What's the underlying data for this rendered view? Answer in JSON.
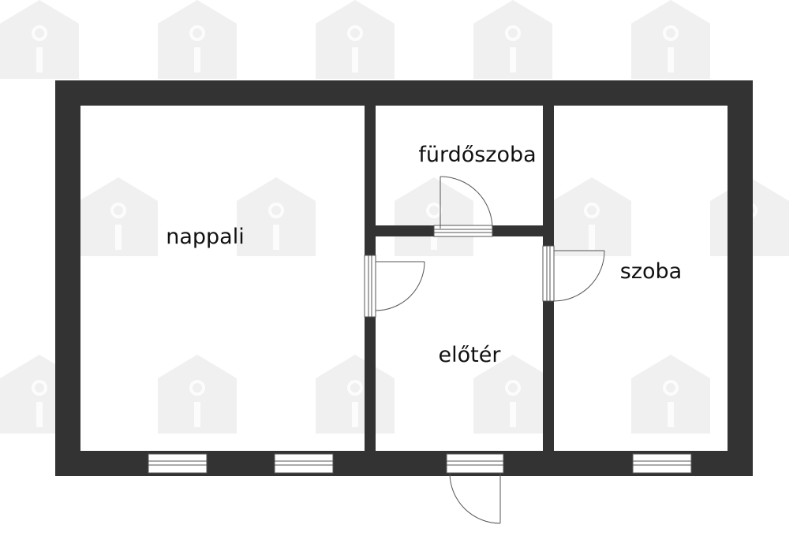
{
  "rooms": {
    "bathroom": "fürdőszoba",
    "living_room": "nappali",
    "room": "szoba",
    "hallway": "előtér"
  },
  "colors": {
    "wall": "#333333",
    "watermark": "#e0e0e0",
    "background": "#ffffff",
    "door_line": "#555555"
  },
  "icons": {
    "watermark": "house-info-icon"
  }
}
